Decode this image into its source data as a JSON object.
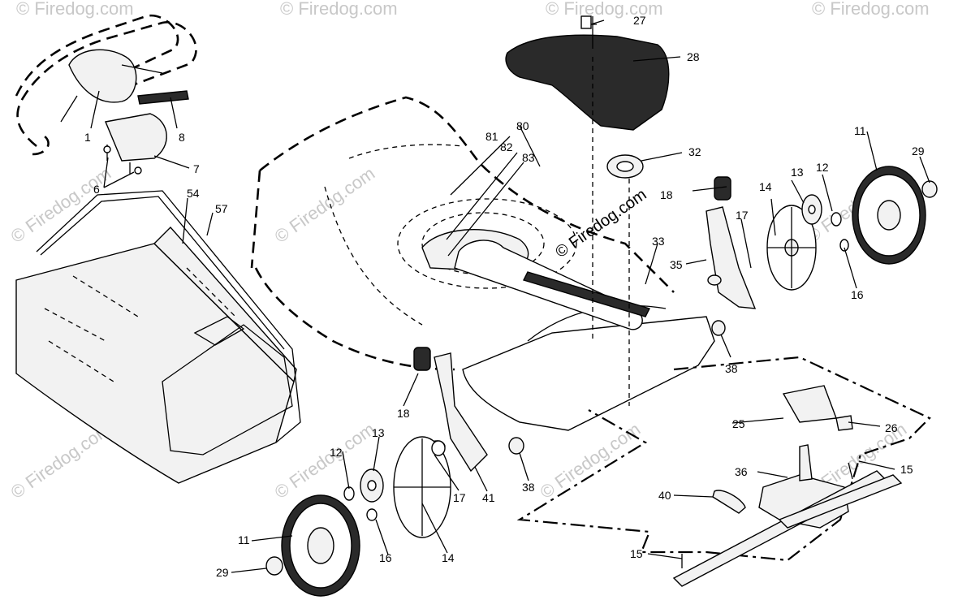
{
  "diagram": {
    "watermark": "© Firedog.com",
    "watermark_center": "© Firedog.com",
    "parts": [
      {
        "id": "p1",
        "label": "1"
      },
      {
        "id": "p80",
        "label": "80"
      },
      {
        "id": "p81",
        "label": "81"
      },
      {
        "id": "p82",
        "label": "82"
      },
      {
        "id": "p83",
        "label": "83"
      },
      {
        "id": "p8",
        "label": "8"
      },
      {
        "id": "p7",
        "label": "7"
      },
      {
        "id": "p6",
        "label": "6"
      },
      {
        "id": "p54",
        "label": "54"
      },
      {
        "id": "p57",
        "label": "57"
      },
      {
        "id": "p27",
        "label": "27"
      },
      {
        "id": "p28",
        "label": "28"
      },
      {
        "id": "p32",
        "label": "32"
      },
      {
        "id": "p18a",
        "label": "18"
      },
      {
        "id": "p33",
        "label": "33"
      },
      {
        "id": "p35",
        "label": "35"
      },
      {
        "id": "p17a",
        "label": "17"
      },
      {
        "id": "p14a",
        "label": "14"
      },
      {
        "id": "p13a",
        "label": "13"
      },
      {
        "id": "p12a",
        "label": "12"
      },
      {
        "id": "p11a",
        "label": "11"
      },
      {
        "id": "p29a",
        "label": "29"
      },
      {
        "id": "p16a",
        "label": "16"
      },
      {
        "id": "p38a",
        "label": "38"
      },
      {
        "id": "p18b",
        "label": "18"
      },
      {
        "id": "p13b",
        "label": "13"
      },
      {
        "id": "p12b",
        "label": "12"
      },
      {
        "id": "p17b",
        "label": "17"
      },
      {
        "id": "p41",
        "label": "41"
      },
      {
        "id": "p38b",
        "label": "38"
      },
      {
        "id": "p11b",
        "label": "11"
      },
      {
        "id": "p29b",
        "label": "29"
      },
      {
        "id": "p16b",
        "label": "16"
      },
      {
        "id": "p14b",
        "label": "14"
      },
      {
        "id": "p25",
        "label": "25"
      },
      {
        "id": "p26",
        "label": "26"
      },
      {
        "id": "p36",
        "label": "36"
      },
      {
        "id": "p15a",
        "label": "15"
      },
      {
        "id": "p40",
        "label": "40"
      },
      {
        "id": "p15b",
        "label": "15"
      }
    ]
  }
}
